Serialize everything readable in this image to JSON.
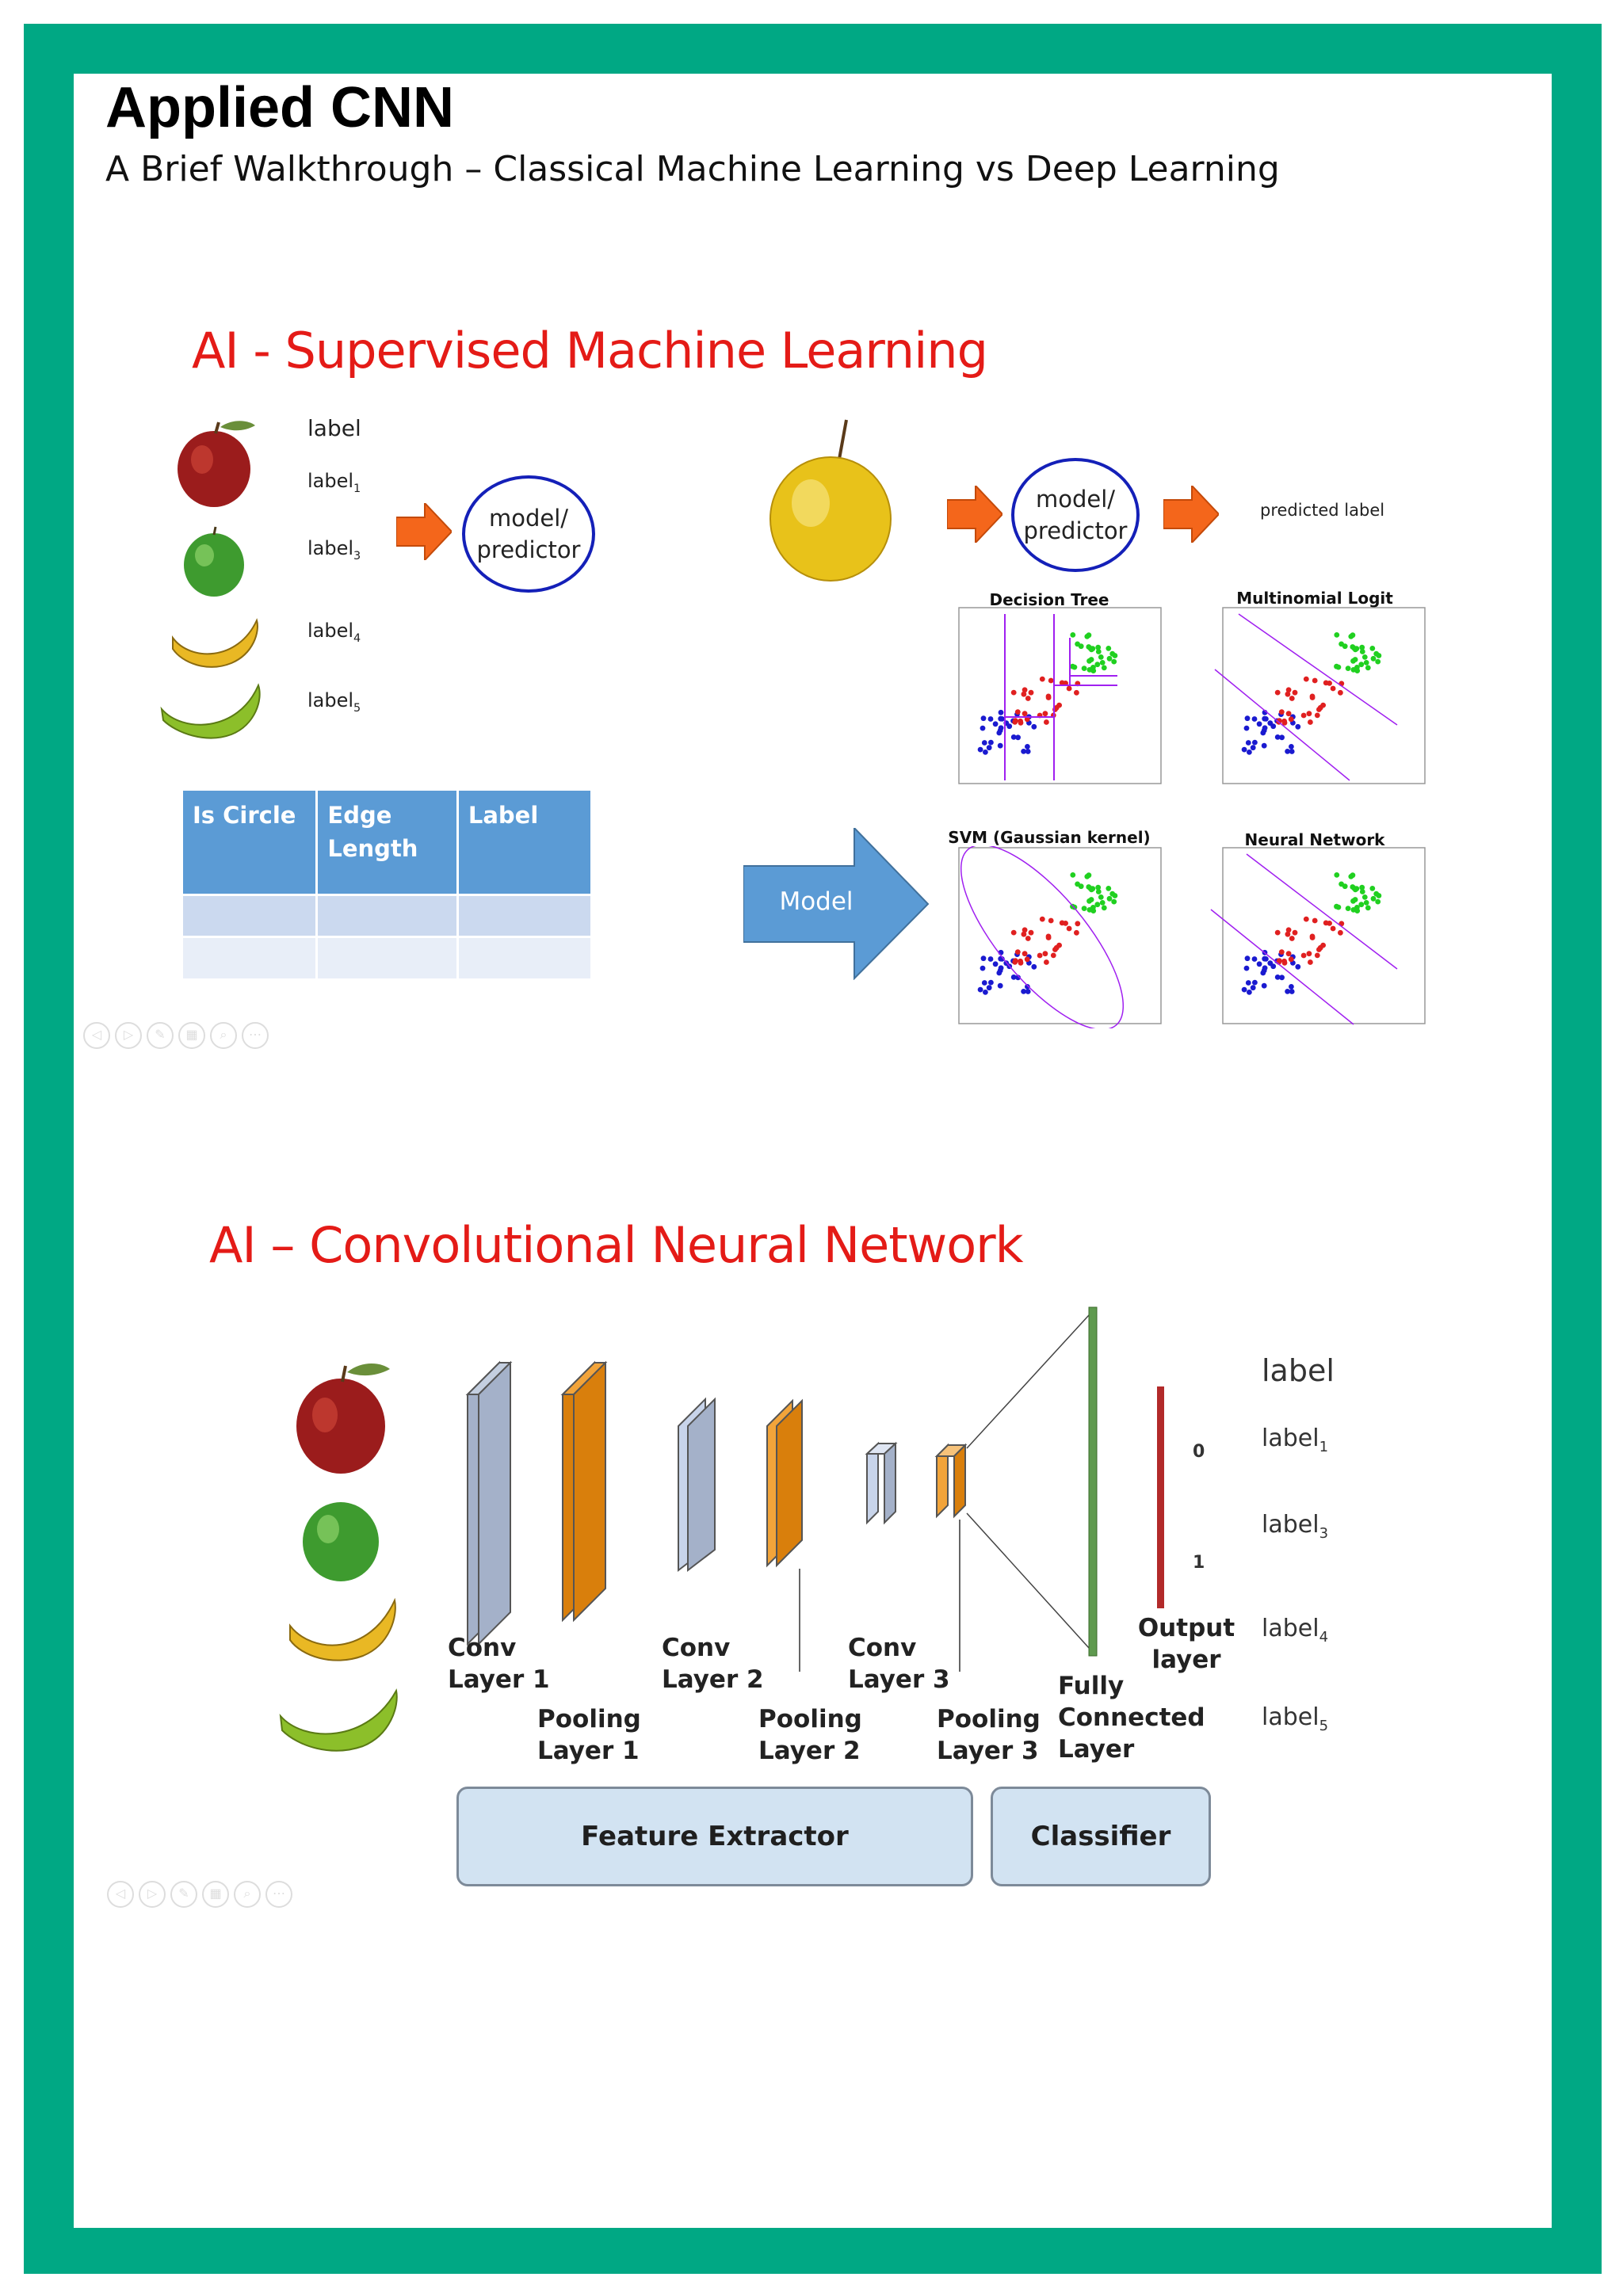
{
  "header": {
    "title": "Applied CNN",
    "subtitle": "A Brief Walkthrough – Classical Machine Learning vs Deep Learning"
  },
  "colors": {
    "border_green": "#00a884",
    "heading_red": "#e41b17",
    "table_header_blue": "#5b9bd5",
    "arrow_orange": "#f4661b",
    "circle_blue": "#1420b8",
    "conv_layer": "#a4b1c9",
    "pool_layer": "#d97f0c",
    "fc_layer": "#5f9a4f",
    "output_layer": "#b22a2a"
  },
  "section_ml": {
    "heading": "AI - Supervised Machine Learning",
    "label_header": "label",
    "labels": [
      {
        "base": "label",
        "sub": "1"
      },
      {
        "base": "label",
        "sub": "3"
      },
      {
        "base": "label",
        "sub": "4"
      },
      {
        "base": "label",
        "sub": "5"
      }
    ],
    "fruit_icons": [
      "red-apple-icon",
      "green-apple-icon",
      "yellow-banana-icon",
      "green-banana-icon"
    ],
    "model_node_left": "model/ predictor",
    "model_node_right": "model/ predictor",
    "predicted_label": "predicted label",
    "table": {
      "headers": [
        "Is Circle",
        "Edge Length",
        "Label"
      ],
      "rows": [
        [
          "",
          "",
          ""
        ],
        [
          "",
          "",
          ""
        ]
      ]
    },
    "model_arrow_label": "Model",
    "plots": [
      {
        "title": "Decision Tree"
      },
      {
        "title": "Multinomial Logit"
      },
      {
        "title": "SVM (Gaussian kernel)"
      },
      {
        "title": "Neural Network"
      }
    ]
  },
  "section_cnn": {
    "heading": "AI – Convolutional Neural Network",
    "layers": {
      "conv1": "Conv Layer 1",
      "pool1": "Pooling Layer 1",
      "conv2": "Conv Layer 2",
      "pool2": "Pooling Layer 2",
      "conv3": "Conv Layer 3",
      "pool3": "Pooling Layer 3",
      "fc": "Fully Connected Layer",
      "output": "Output layer"
    },
    "output_ticks": [
      "0",
      "1"
    ],
    "label_header": "label",
    "labels": [
      {
        "base": "label",
        "sub": "1"
      },
      {
        "base": "label",
        "sub": "3"
      },
      {
        "base": "label",
        "sub": "4"
      },
      {
        "base": "label",
        "sub": "5"
      }
    ],
    "feature_extractor": "Feature Extractor",
    "classifier": "Classifier"
  }
}
